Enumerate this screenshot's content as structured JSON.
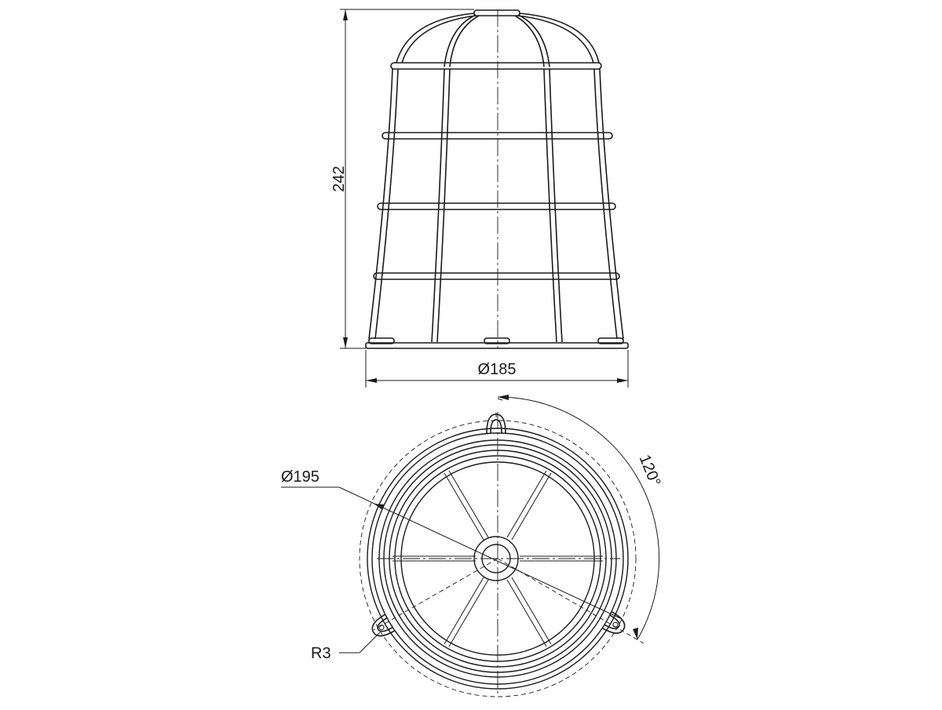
{
  "side_view": {
    "height_dimension": "242",
    "base_diameter_dimension": "Ø185"
  },
  "top_view": {
    "outer_diameter_dimension": "Ø195",
    "angle_dimension": "120°",
    "radius_dimension": "R3"
  }
}
